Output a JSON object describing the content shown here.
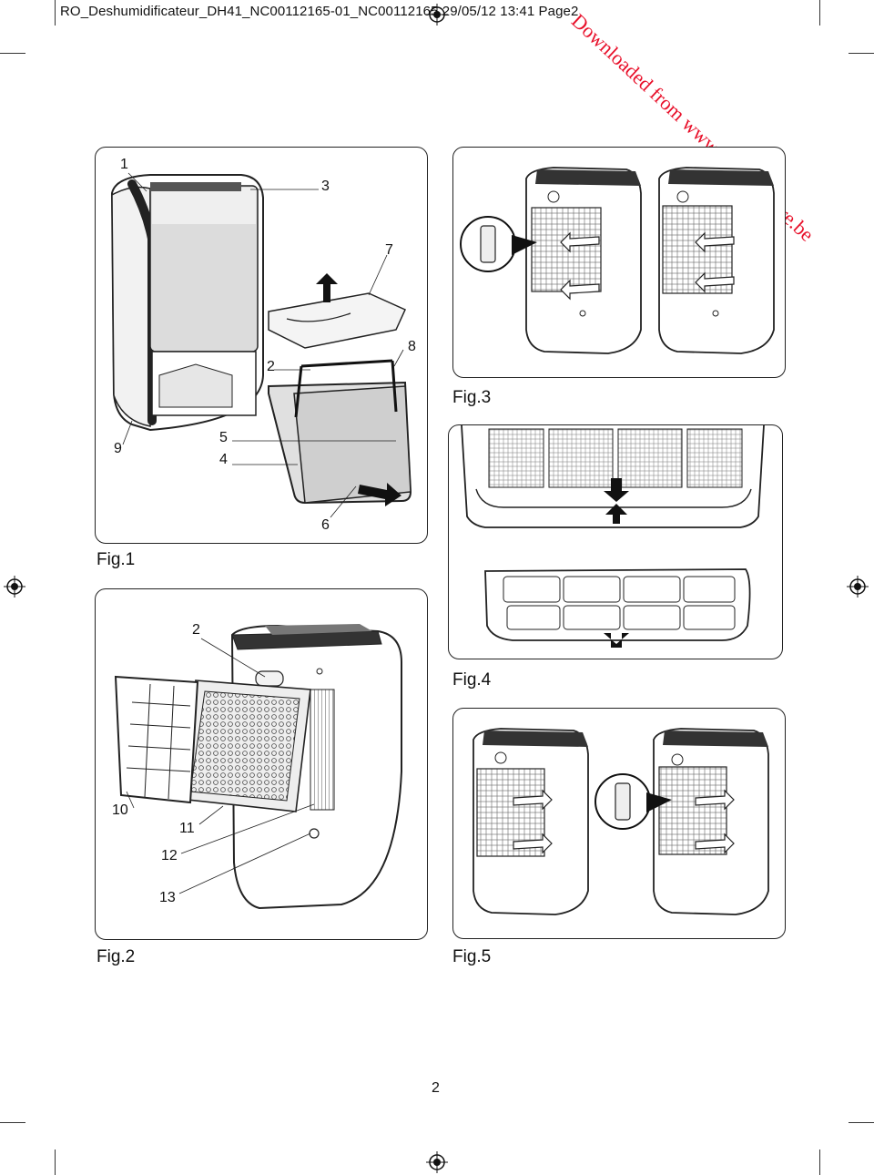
{
  "header": {
    "text": "RO_Deshumidificateur_DH41_NC00112165-01_NC00112165  29/05/12  13:41  Page2"
  },
  "watermark": {
    "text": "Downloaded from www.vandenborre.be",
    "color": "#e8102a"
  },
  "figures": [
    {
      "label": "Fig.1",
      "callouts": [
        "1",
        "3",
        "7",
        "8",
        "2",
        "9",
        "5",
        "4",
        "6"
      ]
    },
    {
      "label": "Fig.2",
      "callouts": [
        "2",
        "10",
        "11",
        "12",
        "13"
      ]
    },
    {
      "label": "Fig.3"
    },
    {
      "label": "Fig.4"
    },
    {
      "label": "Fig.5"
    }
  ],
  "page_number": "2",
  "icons": [
    "registration-mark-icon",
    "arrow-up-icon",
    "arrow-right-icon",
    "arrow-down-icon",
    "magnifier-icon"
  ]
}
